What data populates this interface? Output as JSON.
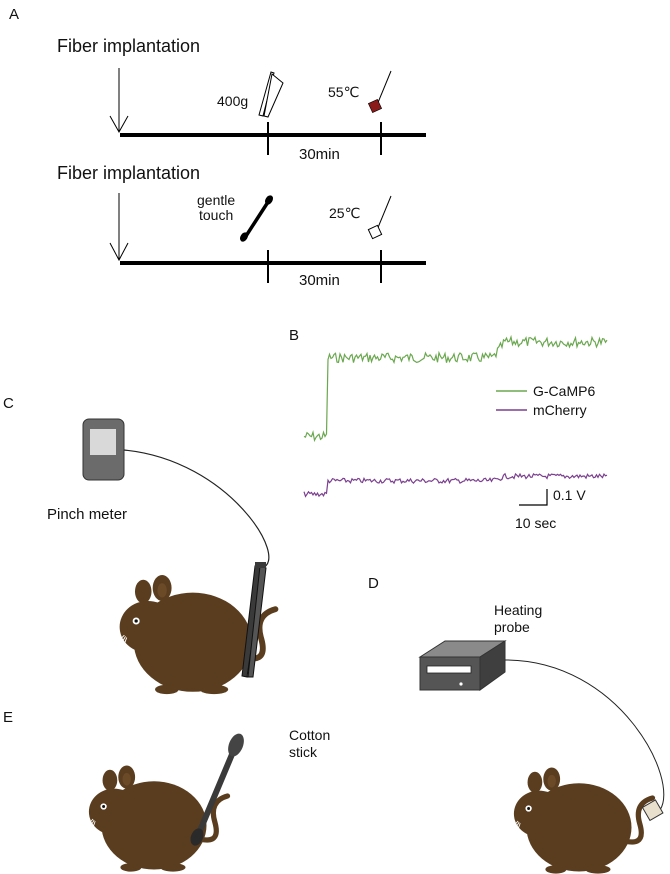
{
  "panels": {
    "a": "A",
    "b": "B",
    "c": "C",
    "d": "D",
    "e": "E"
  },
  "timeline_pain": {
    "title": "Fiber implantation",
    "pinch_label": "400g",
    "heat_label": "55℃",
    "duration_label": "30min",
    "heat_probe_color": "#8b1a1a"
  },
  "timeline_control": {
    "title": "Fiber implantation",
    "touch_label_1": "gentle",
    "touch_label_2": "touch",
    "temp_label": "25℃",
    "duration_label": "30min"
  },
  "chart_data": {
    "type": "line",
    "series": [
      {
        "name": "G-CaMP6",
        "color": "#6aa84f",
        "baseline_level": 0.1,
        "step1_level": 0.85,
        "step2_level": 1.0
      },
      {
        "name": "mCherry",
        "color": "#7b3f8f",
        "baseline_level": 0.1,
        "step1_level": 0.25,
        "step2_level": 0.3
      }
    ],
    "scale_bar": {
      "y_label": "0.1 V",
      "x_label": "10 sec"
    }
  },
  "panel_c": {
    "label": "Pinch meter",
    "device_color": "#6b6b6b"
  },
  "panel_d": {
    "label_1": "Heating",
    "label_2": "probe"
  },
  "panel_e": {
    "label_1": "Cotton",
    "label_2": "stick"
  },
  "colors": {
    "mouse_body": "#5a3d1e",
    "mouse_ear_inner": "#6b4a28",
    "timeline": "#000000"
  },
  "icons": [
    "arrow-down-icon",
    "tweezers-icon",
    "heat-probe-icon",
    "cotton-swab-icon",
    "mouse-icon",
    "pinch-meter-icon",
    "heater-box-icon"
  ]
}
